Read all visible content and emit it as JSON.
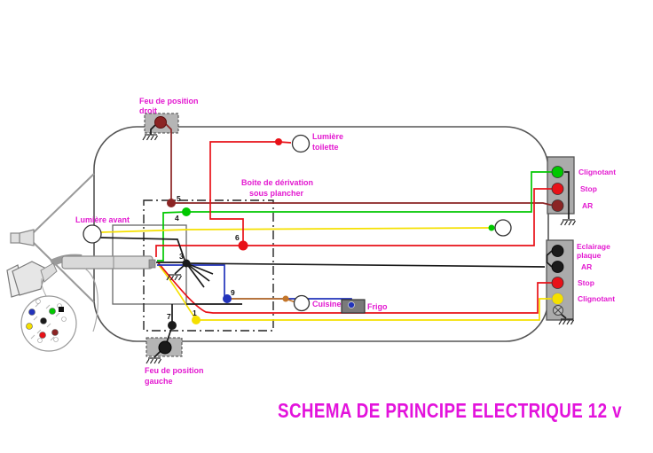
{
  "title": "SCHEMA  DE  PRINCIPE ELECTRIQUE  12 v",
  "colors": {
    "magenta": "#e318d0",
    "red": "#e81118",
    "maroon": "#8b2424",
    "green": "#00c800",
    "yellow": "#f5e000",
    "blue": "#2233bb",
    "black": "#1a1a1a",
    "orange": "#c4762a",
    "grey_block": "#ababab",
    "grey_box": "#b5b5b5",
    "frigo_grey": "#7a7a7a",
    "outline_grey": "#555555"
  },
  "labels": {
    "feu_droit": {
      "line1": "Feu de position",
      "line2": "droit"
    },
    "lumiere_toilette": {
      "line1": "Lumière",
      "line2": "toilette"
    },
    "boite_derivation": {
      "line1": "Boite de dérivation",
      "line2": "sous plancher"
    },
    "lumiere_avant": "Lumière avant",
    "cuisine": "Cuisine",
    "frigo": "Frigo",
    "feu_gauche": {
      "line1": "Feu de position",
      "line2": "gauche"
    }
  },
  "connector_top": {
    "pins": [
      {
        "label": "Clignotant",
        "color": "#00c800"
      },
      {
        "label": "Stop",
        "color": "#e81118"
      },
      {
        "label": "AR",
        "color": "#8b2424"
      }
    ]
  },
  "connector_bottom": {
    "pins": [
      {
        "l1": "Eclairage",
        "l2": "plaque",
        "color": "#1a1a1a"
      },
      {
        "l1": "AR",
        "color": "#1a1a1a"
      },
      {
        "l1": "Stop",
        "color": "#e81118"
      },
      {
        "l1": "Clignotant",
        "color": "#f5e000"
      }
    ]
  },
  "junctions": {
    "j1": "1",
    "j3": "3",
    "j4": "4",
    "j5": "5",
    "j6": "6",
    "j7": "7",
    "j9": "9"
  }
}
